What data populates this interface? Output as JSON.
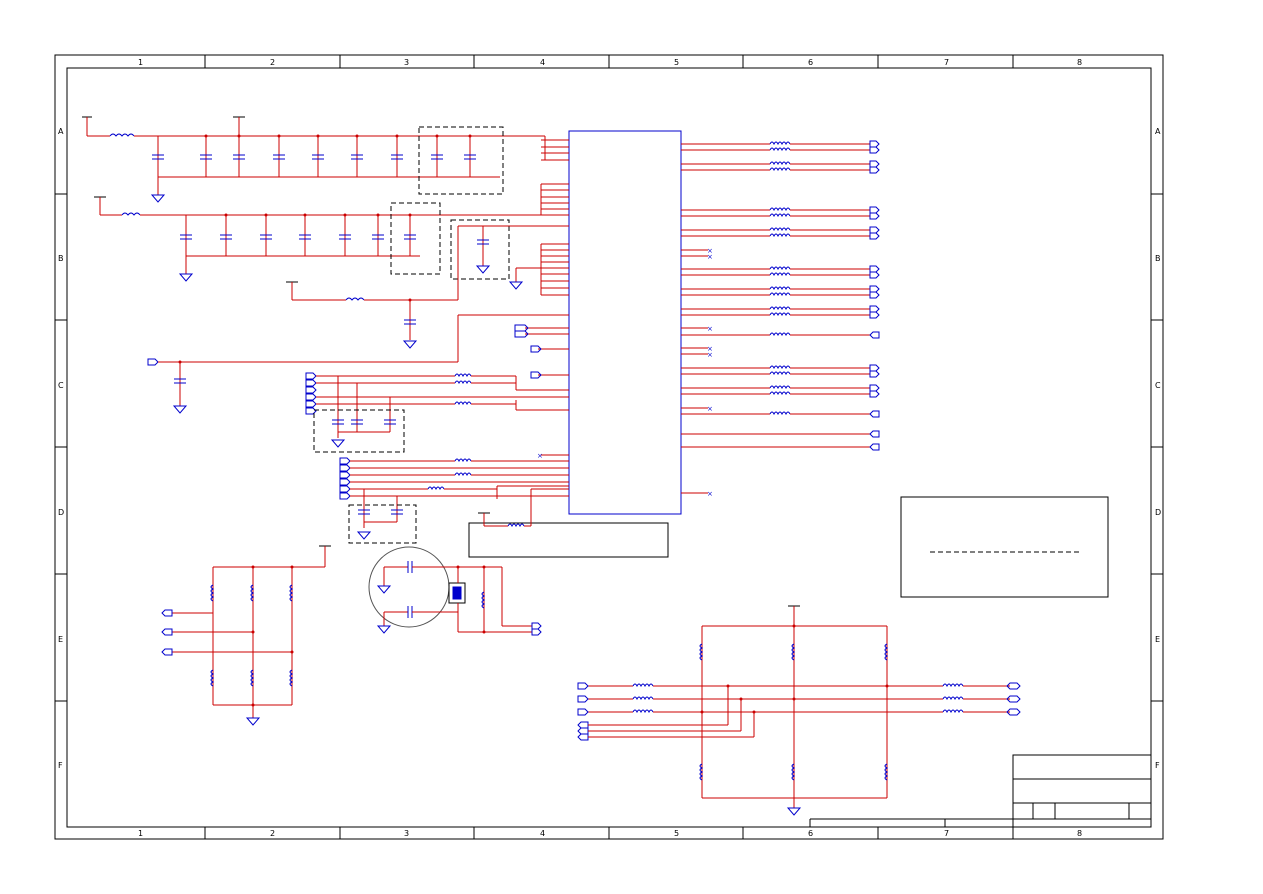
{
  "sheet": {
    "columns": [
      "1",
      "2",
      "3",
      "4",
      "5",
      "6",
      "7",
      "8"
    ],
    "rows": [
      "A",
      "B",
      "C",
      "D",
      "E",
      "F"
    ],
    "colors": {
      "wire": "#cc0000",
      "component": "#0000cc",
      "frame": "#000000"
    }
  }
}
